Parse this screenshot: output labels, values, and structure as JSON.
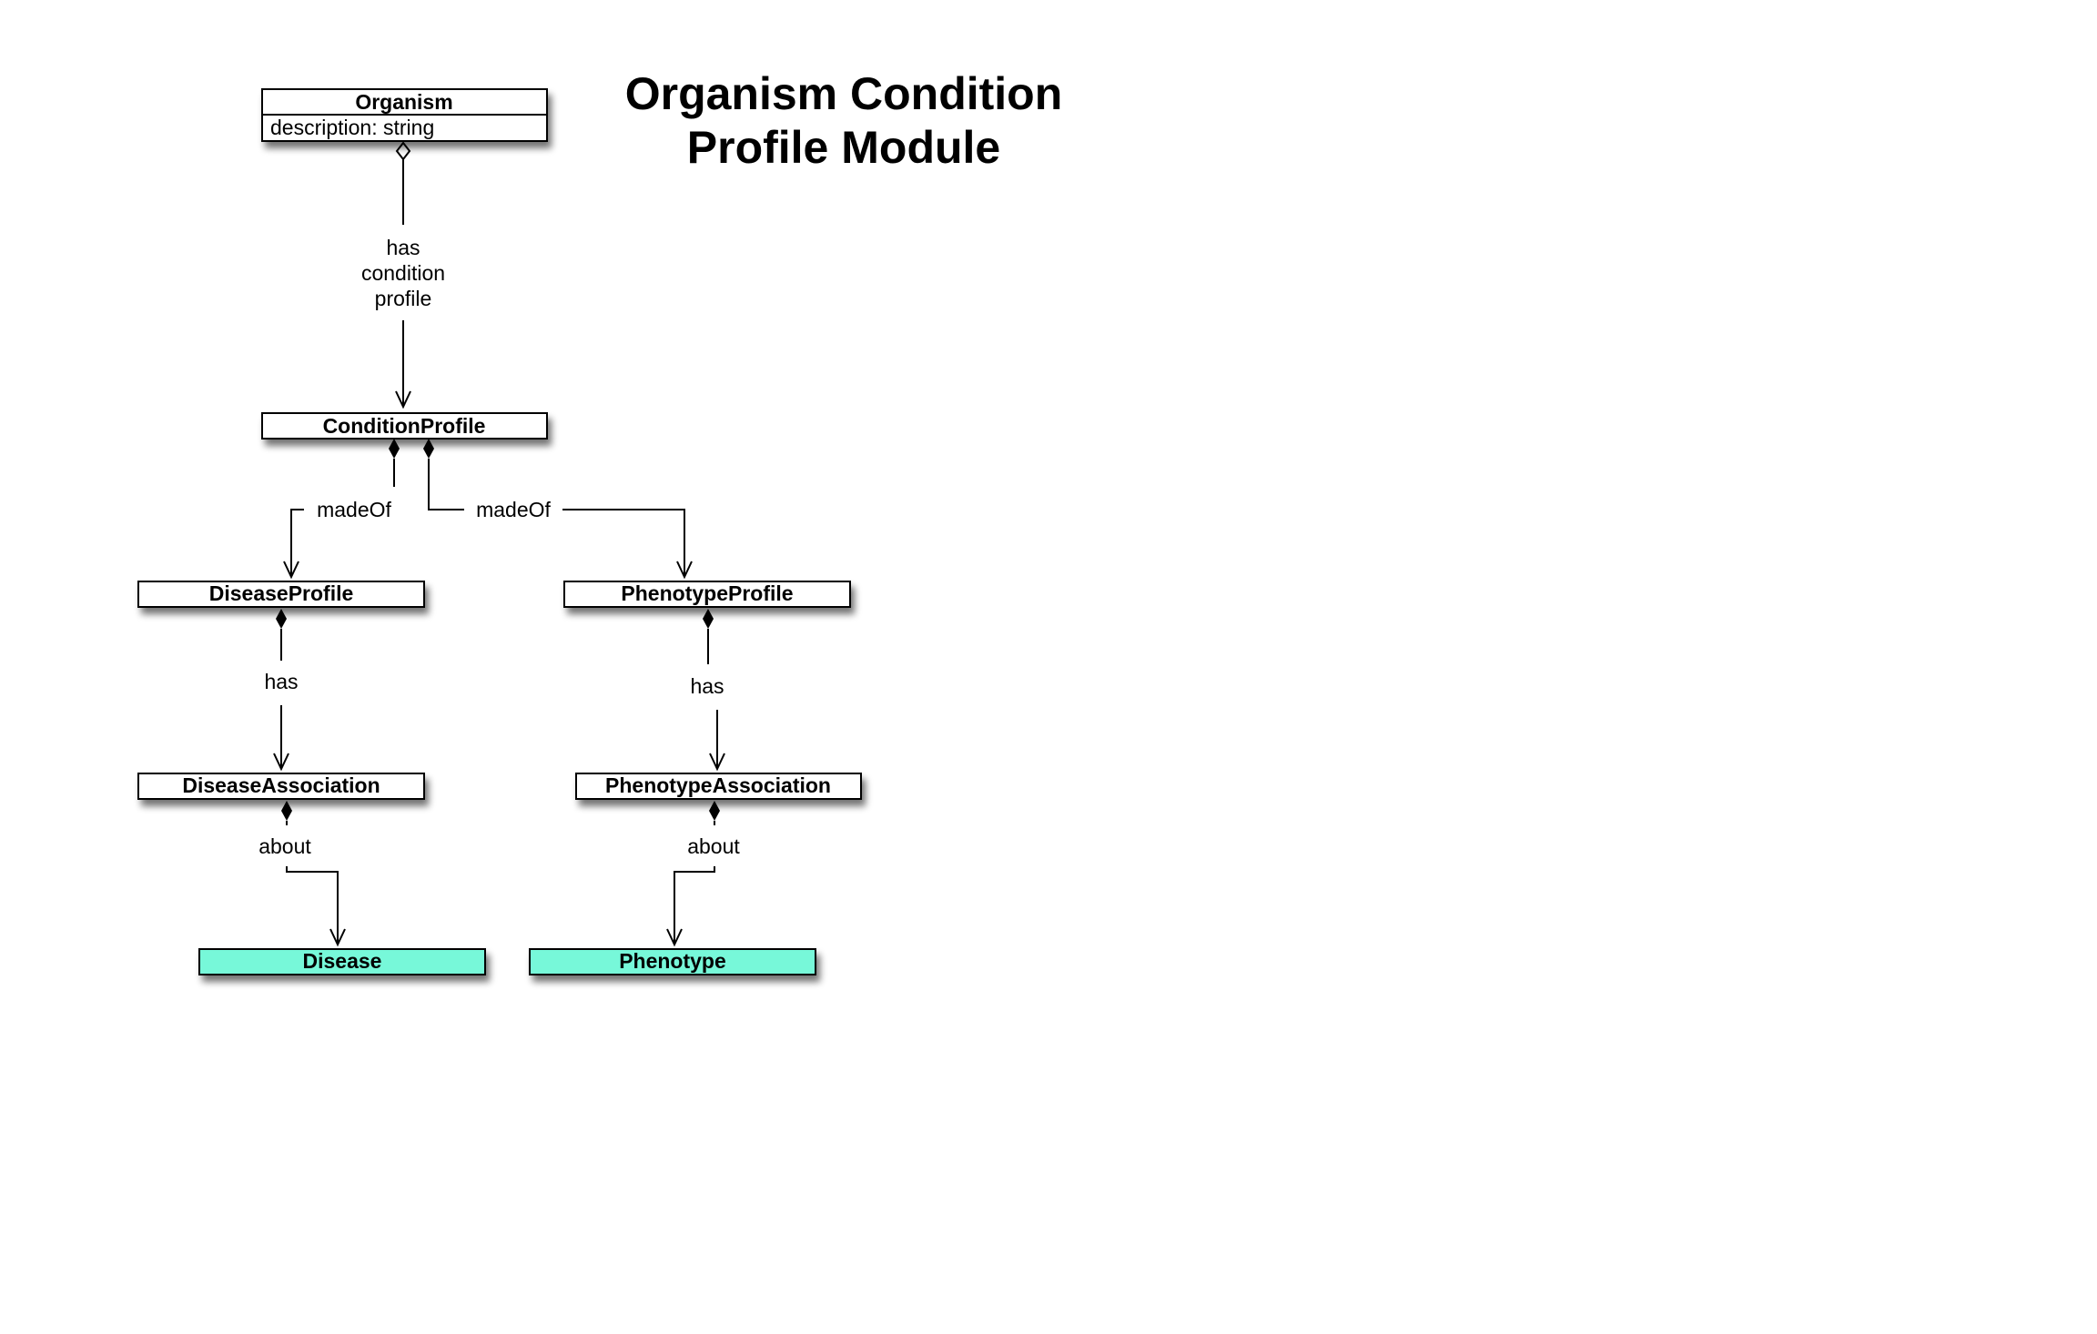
{
  "title": {
    "line1": "Organism Condition",
    "line2": "Profile Module"
  },
  "classes": {
    "organism": {
      "name": "Organism",
      "attribute": "description: string"
    },
    "condition_profile": {
      "name": "ConditionProfile"
    },
    "disease_profile": {
      "name": "DiseaseProfile"
    },
    "phenotype_profile": {
      "name": "PhenotypeProfile"
    },
    "disease_association": {
      "name": "DiseaseAssociation"
    },
    "phenotype_association": {
      "name": "PhenotypeAssociation"
    },
    "disease": {
      "name": "Disease"
    },
    "phenotype": {
      "name": "Phenotype"
    }
  },
  "relations": {
    "organism_condition": {
      "line1": "has",
      "line2": "condition",
      "line3": "profile"
    },
    "made_of_disease": "madeOf",
    "made_of_phenotype": "madeOf",
    "disease_has": "has",
    "phenotype_has": "has",
    "disease_about": "about",
    "phenotype_about": "about"
  },
  "colors": {
    "external_class_fill": "#77f8d9",
    "class_fill": "#ffffff",
    "stroke": "#000000"
  }
}
